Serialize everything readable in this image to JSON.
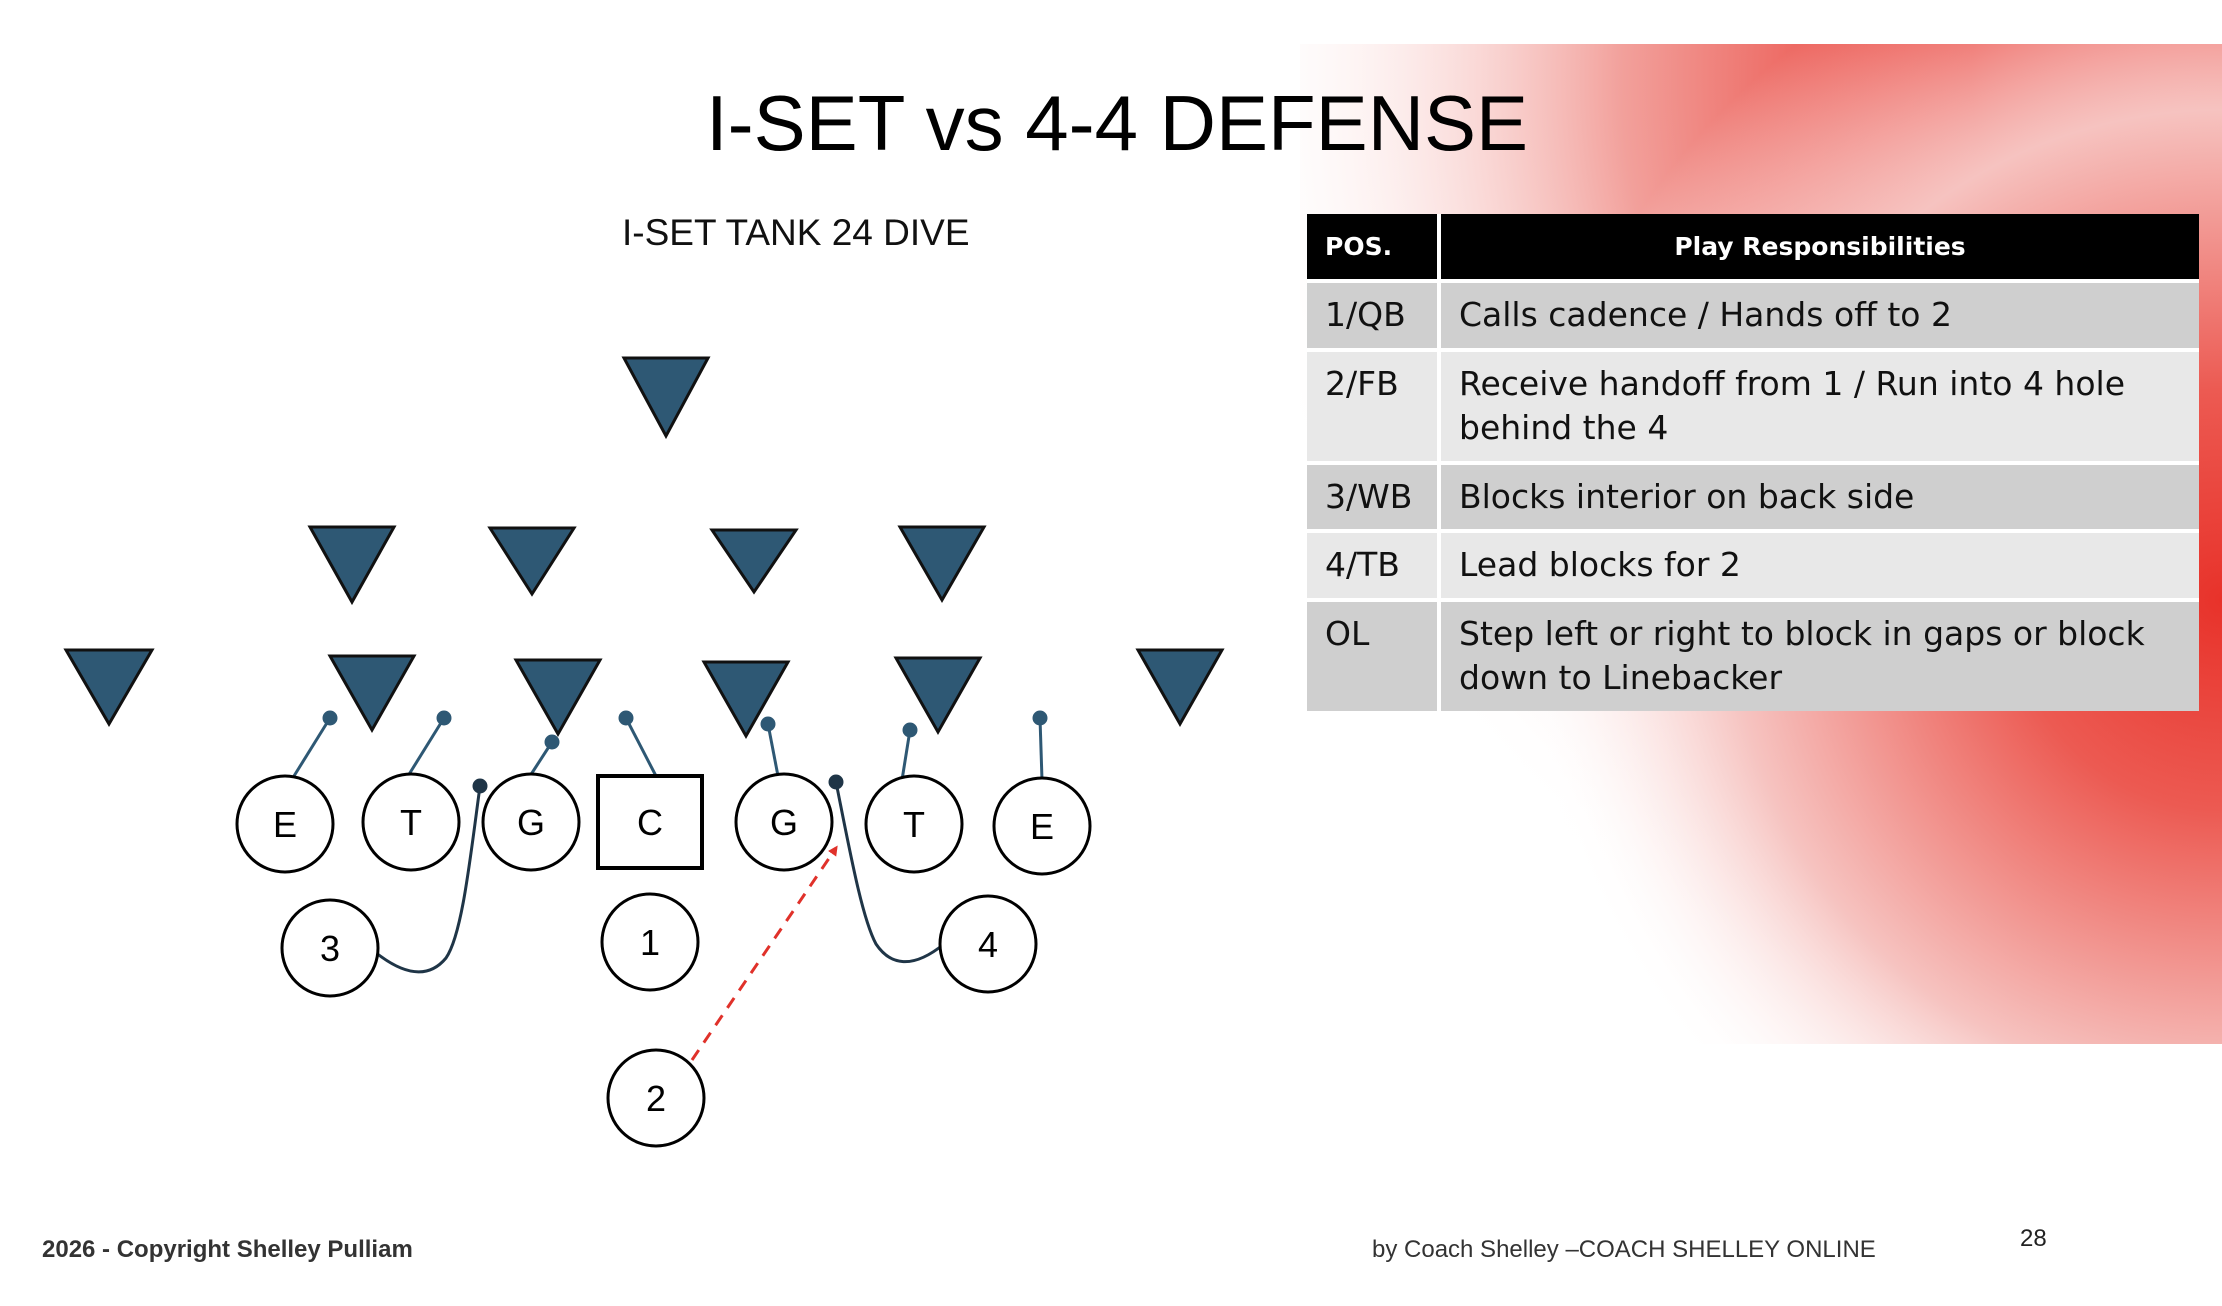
{
  "slide": {
    "title": "I-SET vs 4-4 DEFENSE",
    "subtitle": "I-SET TANK 24 DIVE",
    "page_number": "28",
    "footer_left": "2026 - Copyright Shelley Pulliam",
    "footer_right": "by Coach Shelley –COACH SHELLEY ONLINE"
  },
  "colors": {
    "defender_fill": "#2e5874",
    "block_line": "#2e5874",
    "run_path": "#e0312a",
    "accent_red": "#e8322a"
  },
  "table": {
    "headers": [
      "POS.",
      "Play Responsibilities"
    ],
    "rows": [
      {
        "pos": "1/QB",
        "resp": "Calls cadence / Hands off to 2"
      },
      {
        "pos": "2/FB",
        "resp": "Receive handoff from 1 / Run into 4 hole behind the 4"
      },
      {
        "pos": "3/WB",
        "resp": "Blocks interior on back side"
      },
      {
        "pos": "4/TB",
        "resp": "Lead blocks for 2"
      },
      {
        "pos": "OL",
        "resp": "Step left or right to block in gaps or block down to Linebacker"
      }
    ]
  },
  "offense": {
    "line": [
      "E",
      "T",
      "G",
      "C",
      "G",
      "T",
      "E"
    ],
    "backs": [
      "3",
      "1",
      "4",
      "2"
    ]
  }
}
